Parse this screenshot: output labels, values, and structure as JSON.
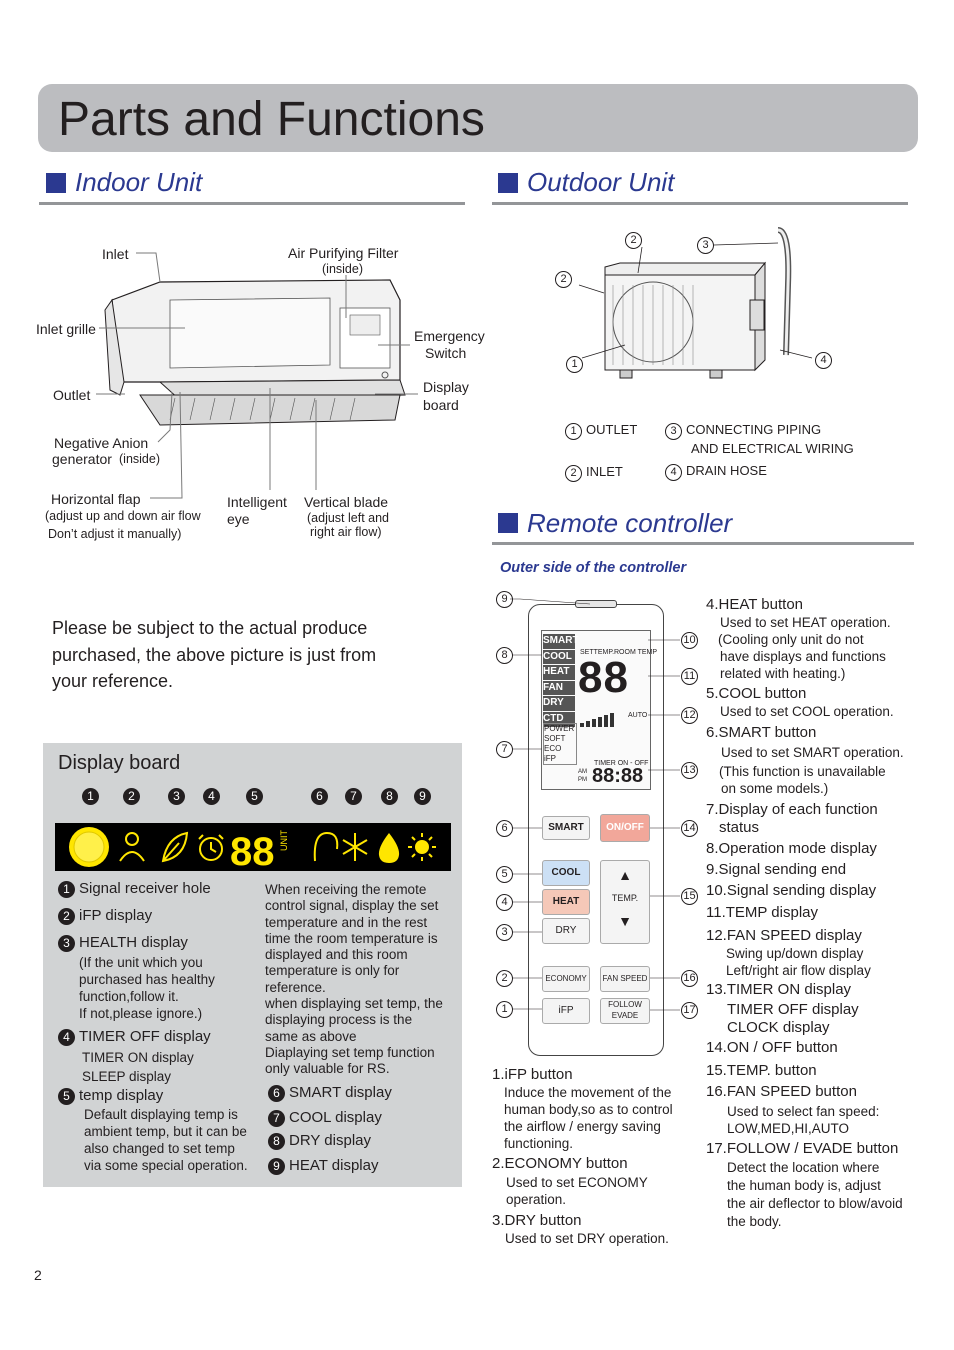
{
  "header": {
    "title": "Parts and Functions"
  },
  "indoor": {
    "heading": "Indoor Unit",
    "labels": {
      "inlet": "Inlet",
      "air_filter": "Air Purifying Filter",
      "air_filter_note": "(inside)",
      "inlet_grille": "Inlet grille",
      "emergency_1": "Emergency",
      "emergency_2": "Switch",
      "outlet": "Outlet",
      "display_1": "Display",
      "display_2": "board",
      "neg_anion_1": "Negative Anion",
      "neg_anion_2": "generator",
      "neg_anion_note": "(inside)",
      "hflap": "Horizontal flap",
      "hflap_note_1": "(adjust up and down air flow",
      "hflap_note_2": "Don’t adjust it manually)",
      "ieye_1": "Intelligent",
      "ieye_2": "eye",
      "vblade": "Vertical blade",
      "vblade_note_1": "(adjust left and",
      "vblade_note_2": "right air flow)"
    },
    "note_1": "Please be subject to the actual produce",
    "note_2": "purchased, the above picture is just from",
    "note_3": "your reference."
  },
  "display_board": {
    "title": "Display board",
    "numbers": [
      "1",
      "2",
      "3",
      "4",
      "5",
      "6",
      "7",
      "8",
      "9"
    ],
    "digits": "88",
    "unit_text": "UNIT",
    "items": [
      {
        "n": "1",
        "label": "Signal receiver hole"
      },
      {
        "n": "2",
        "label": "iFP display"
      },
      {
        "n": "3",
        "label": "HEALTH display"
      },
      {
        "n": "4",
        "label": "TIMER OFF display"
      },
      {
        "n": "5",
        "label": "temp display"
      },
      {
        "n": "6",
        "label": "SMART display"
      },
      {
        "n": "7",
        "label": "COOL display"
      },
      {
        "n": "8",
        "label": "DRY display"
      },
      {
        "n": "9",
        "label": "HEAT display"
      }
    ],
    "health_note_1": "(If the unit which you",
    "health_note_2": "purchased has healthy",
    "health_note_3": "function,follow it.",
    "health_note_4": "If not,please ignore.)",
    "timer_on": "TIMER ON display",
    "sleep": "SLEEP display",
    "temp_note_1": "Default displaying temp is",
    "temp_note_2": "ambient temp, but it can be",
    "temp_note_3": "also changed to set temp",
    "temp_note_4": "via some special operation.",
    "right_note_1": "When receiving the remote",
    "right_note_2": "control signal, display the set",
    "right_note_3": "temperature and in the rest",
    "right_note_4": "time the room temperature is",
    "right_note_5": "displayed and this room",
    "right_note_6": "temperature is only for",
    "right_note_7": "reference.",
    "right_note_8": "when displaying set temp, the",
    "right_note_9": "displaying process is the",
    "right_note_10": "same as above",
    "right_note_11": "Diaplaying set temp function",
    "right_note_12": "only valuable for RS."
  },
  "outdoor": {
    "heading": "Outdoor Unit",
    "callouts": [
      "2",
      "3",
      "2",
      "1",
      "4"
    ],
    "legend": [
      {
        "n": "1",
        "label": "OUTLET"
      },
      {
        "n": "2",
        "label": "INLET"
      },
      {
        "n": "3",
        "label": "CONNECTING PIPING"
      },
      {
        "n": "4",
        "label": "DRAIN HOSE"
      }
    ],
    "legend_3b": "AND ELECTRICAL WIRING"
  },
  "remote": {
    "heading": "Remote controller",
    "subheading": "Outer side of the controller",
    "callouts_left": [
      "9",
      "8",
      "7",
      "6",
      "5",
      "4",
      "3",
      "2",
      "1"
    ],
    "callouts_right": [
      "10",
      "11",
      "12",
      "13",
      "14",
      "15",
      "16",
      "17"
    ],
    "lcd": {
      "modes": [
        "SMART",
        "COOL",
        "HEAT",
        "FAN",
        "DRY",
        "CTD"
      ],
      "modes2": [
        "POWER",
        "SOFT",
        "ECO",
        "iFP"
      ],
      "settemp": "SETTEMP.",
      "roomtemp": "ROOM TEMP",
      "digits": "88",
      "auto": "AUTO",
      "timer": "TIMER ON - OFF",
      "clock": "88:88",
      "am": "AM",
      "pm": "PM"
    },
    "buttons": {
      "smart": "SMART",
      "onoff": "ON/OFF",
      "cool": "COOL",
      "heat": "HEAT",
      "dry": "DRY",
      "temp": "TEMP.",
      "economy": "ECONOMY",
      "fanspeed": "FAN SPEED",
      "ifp": "iFP",
      "follow": "FOLLOW",
      "evade": "EVADE"
    },
    "list_bottom_left": {
      "i1": "1.iFP button",
      "i1_1": "Induce the movement of the",
      "i1_2": "human body,so as to control",
      "i1_3": "the airflow / energy saving",
      "i1_4": "functioning.",
      "i2": "2.ECONOMY button",
      "i2_1": "Used to set ECONOMY",
      "i2_2": "operation.",
      "i3": "3.DRY button",
      "i3_1": "Used to set DRY operation."
    },
    "list_right": {
      "i4": "4.HEAT button",
      "i4_1": "Used to set HEAT operation.",
      "i4_2": "(Cooling only unit do not",
      "i4_3": "have displays and functions",
      "i4_4": "related with heating.)",
      "i5": "5.COOL button",
      "i5_1": "Used to set COOL operation.",
      "i6": "6.SMART button",
      "i6_1": "Used to set SMART operation.",
      "i6_2": "(This function is unavailable",
      "i6_3": "on some models.)",
      "i7": "7.Display of each function",
      "i7_2": "status",
      "i8": "8.Operation mode display",
      "i9": "9.Signal sending end",
      "i10": "10.Signal sending display",
      "i11": "11.TEMP display",
      "i12": "12.FAN SPEED display",
      "i12_1": "Swing up/down display",
      "i12_2": "Left/right air flow display",
      "i13": "13.TIMER ON display",
      "i13_1": "TIMER OFF display",
      "i13_2": "CLOCK display",
      "i14": "14.ON / OFF button",
      "i15": "15.TEMP. button",
      "i16": "16.FAN SPEED button",
      "i16_1": "Used to select fan speed:",
      "i16_2": "LOW,MED,HI,AUTO",
      "i17": "17.FOLLOW / EVADE button",
      "i17_1": "Detect the location where",
      "i17_2": "the human body is, adjust",
      "i17_3": "the air deflector to blow/avoid",
      "i17_4": "the body."
    }
  },
  "page_number": "2",
  "colors": {
    "accent": "#2b3990",
    "banner": "#bcbdc0",
    "panel": "#d1d3d4",
    "lcd": "#ffe600"
  }
}
